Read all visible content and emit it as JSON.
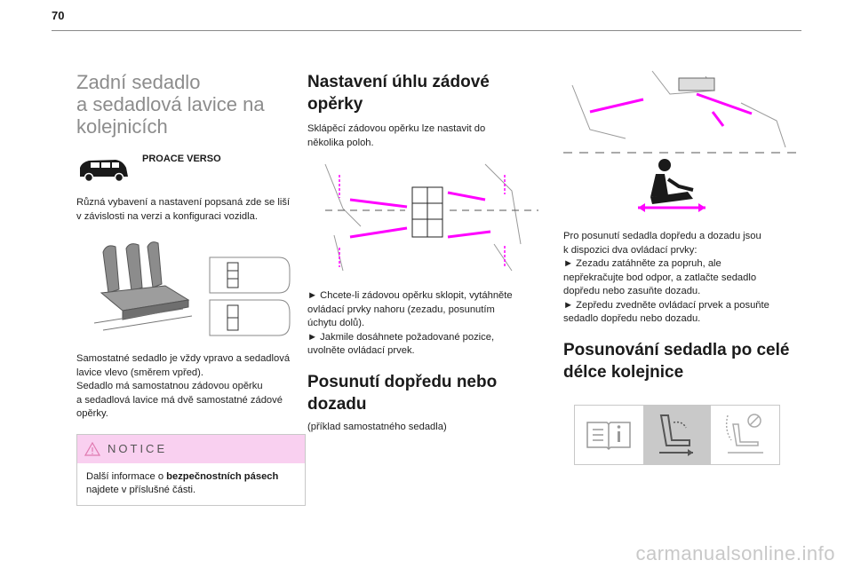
{
  "page": {
    "number": "70"
  },
  "col1": {
    "title_lines": [
      "Zadní sedadlo",
      "a sedadlová lavice na",
      "kolejnicích"
    ],
    "vehicle": "PROACE VERSO",
    "intro": [
      "Různá vybavení a nastavení popsaná zde se liší",
      "v závislosti na verzi a konfiguraci vozidla."
    ],
    "description": [
      "Samostatné sedadlo je vždy vpravo a sedadlová",
      "lavice vlevo (směrem vpřed).",
      "Sedadlo má samostatnou zádovou opěrku",
      "a sedadlová lavice má dvě samostatné zádové",
      "opěrky."
    ],
    "notice": {
      "title": "NOTICE",
      "text_before": "Další informace o ",
      "text_bold": "bezpečnostních pásech",
      "text_after": "najdete v příslušné části."
    }
  },
  "col2": {
    "title1_lines": [
      "Nastavení úhlu zádové",
      "opěrky"
    ],
    "intro": [
      "Sklápěcí zádovou opěrku lze nastavit do",
      "několika poloh."
    ],
    "steps": [
      "► Chcete-li zádovou opěrku sklopit, vytáhněte",
      "ovládací prvky nahoru (zezadu, posunutím",
      "úchytu dolů).",
      "► Jakmile dosáhnete požadované pozice,",
      "uvolněte ovládací prvek."
    ],
    "title2_lines": [
      "Posunutí dopředu nebo",
      "dozadu"
    ],
    "example": "(příklad samostatného sedadla)"
  },
  "col3": {
    "text": [
      "Pro posunutí sedadla dopředu a dozadu jsou",
      "k dispozici dva ovládací prvky:",
      "► Zezadu zatáhněte za popruh, ale",
      "nepřekračujte bod odpor, a zatlačte sedadlo",
      "dopředu nebo zasuňte dozadu.",
      "► Zepředu zvedněte ovládací prvek a posuňte",
      "sedadlo dopředu nebo dozadu."
    ],
    "title_lines": [
      "Posunování sedadla po celé",
      "délce kolejnice"
    ]
  },
  "footer": {
    "watermark": "carmanualsonline.info"
  },
  "colors": {
    "accent": "#f0f",
    "notice_bg": "#f9d0f0"
  }
}
